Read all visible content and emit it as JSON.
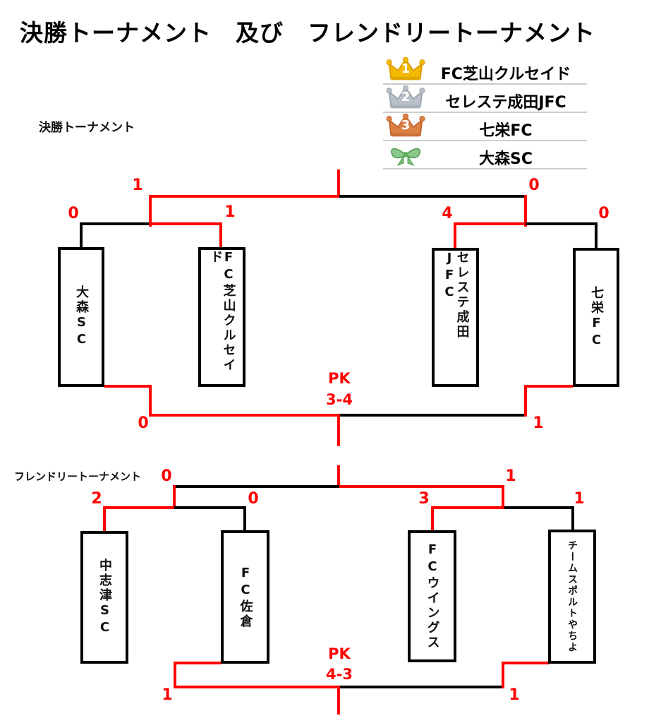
{
  "title": "決勝トーナメント　及び　フレンドリートーナメント",
  "standings": {
    "rows": [
      {
        "rank": "1",
        "icon": "gold-crown",
        "team": "FC芝山クルセイド"
      },
      {
        "rank": "2",
        "icon": "silver-crown",
        "team": "セレステ成田JFC"
      },
      {
        "rank": "3",
        "icon": "bronze-crown",
        "team": "七栄FC"
      },
      {
        "rank": "",
        "icon": "green-ribbon",
        "team": "大森SC"
      }
    ]
  },
  "finals_bracket": {
    "heading": "決勝トーナメント",
    "final": {
      "score_left": "1",
      "score_right": "0"
    },
    "semifinal_left": {
      "team_left": "大森SC",
      "team_right": "FC芝山クルセイド",
      "score_left": "0",
      "score_right": "1"
    },
    "semifinal_right": {
      "team_left": "セレステ成田JFC",
      "team_right": "七栄FC",
      "score_left": "4",
      "score_right": "0"
    },
    "third_place": {
      "score_left": "0",
      "score_right": "1",
      "pk_label": "PK",
      "pk_score": "3-4"
    }
  },
  "friendly_bracket": {
    "heading": "フレンドリートーナメント",
    "final": {
      "score_left": "0",
      "score_right": "1"
    },
    "semifinal_left": {
      "team_left": "中志津SC",
      "team_right": "FC佐倉",
      "score_left": "2",
      "score_right": "0"
    },
    "semifinal_right": {
      "team_left": "FCウイングス",
      "team_right": "チームスポルトやちよ",
      "score_left": "3",
      "score_right": "1"
    },
    "third_place": {
      "score_left": "1",
      "score_right": "1",
      "pk_label": "PK",
      "pk_score": "4-3"
    }
  },
  "colors": {
    "winner_path_red": "#ff0000",
    "bracket_line_black": "#000000",
    "legend_divider_gray": "#cccccc",
    "gold": "#f3b800",
    "silver": "#b9c0ca",
    "bronze": "#dd8046",
    "ribbon_green": "#8cc98c"
  }
}
